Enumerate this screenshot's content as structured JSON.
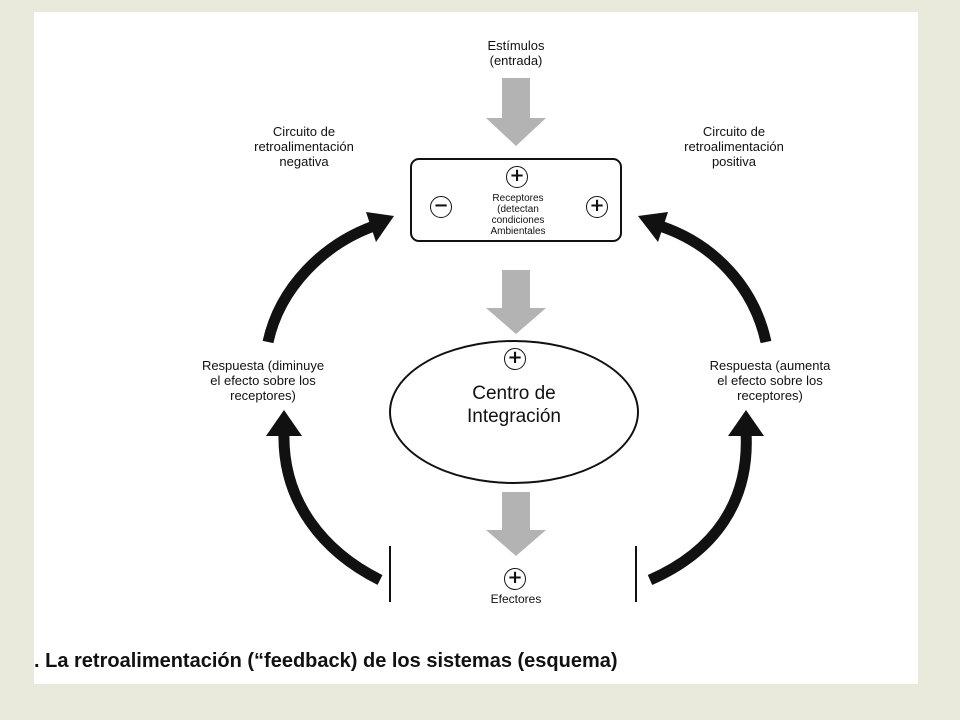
{
  "stimuli_label": "Estímulos\n(entrada)",
  "negative_loop_label": "Circuito de\nretroalimentación\nnegativa",
  "positive_loop_label": "Circuito de\nretroalimentación\npositiva",
  "receptors_text": "Receptores\n(detectan\ncondiciones\nAmbientales",
  "integration_center_label": "Centro de\nIntegración",
  "response_decrease_label": "Respuesta (diminuye\nel efecto sobre los\nreceptores)",
  "response_increase_label": "Respuesta (aumenta\nel efecto sobre los\nreceptores)",
  "effectors_label": "Efectores",
  "plus_sign": "+",
  "minus_sign": "−",
  "caption": ". La retroalimentación (“feedback) de los sistemas (esquema)",
  "colors": {
    "arrow_gray": "#b3b3b3",
    "arrow_black": "#111111",
    "slide_bg": "#ffffff",
    "page_bg": "#e9e9dc"
  }
}
